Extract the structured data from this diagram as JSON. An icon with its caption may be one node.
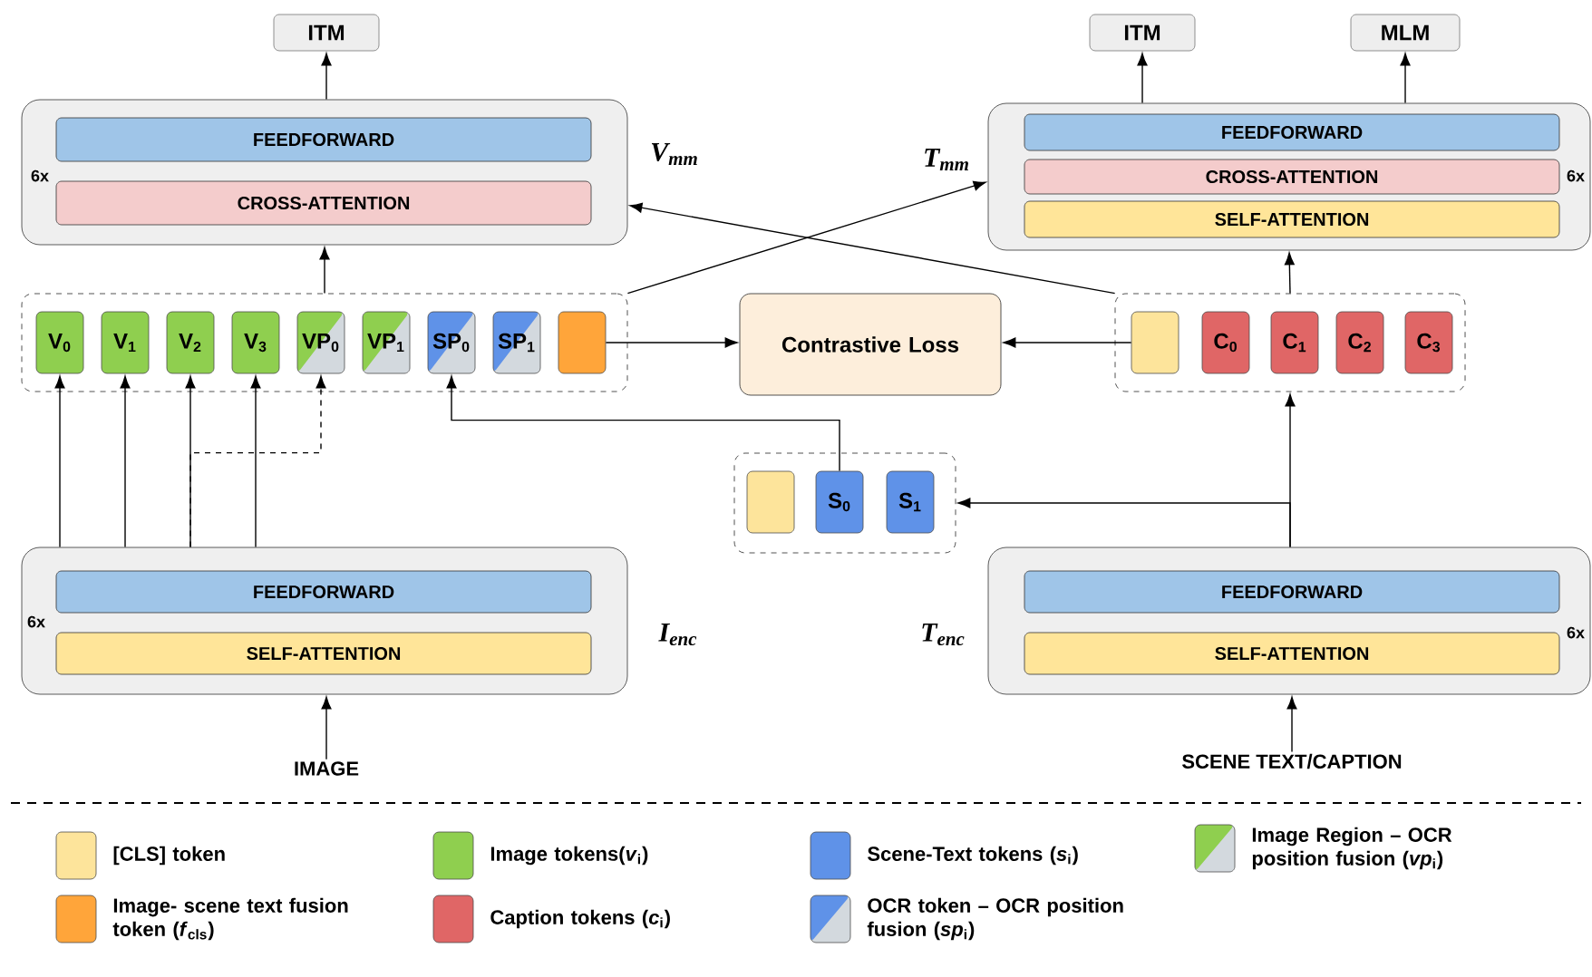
{
  "diagram": {
    "nodes": [
      {
        "text": [
          "ITM"
        ]
      },
      {
        "text": [
          "ITM"
        ]
      },
      {
        "text": [
          "MLM"
        ]
      },
      {
        "text": [
          "6x"
        ],
        "beside": [
          "V$_{mm}$"
        ]
      },
      {
        "text": [
          "FEEDFORWARD"
        ],
        "in": 3
      },
      {
        "text": [
          "CROSS-ATTENTION"
        ],
        "in": 3
      },
      {
        "text": [
          "6x"
        ],
        "beside": [
          "T$_{mm}$"
        ]
      },
      {
        "text": [
          "FEEDFORWARD"
        ],
        "in": 6
      },
      {
        "text": [
          "CROSS-ATTENTION"
        ],
        "in": 6
      },
      {
        "text": [
          "SELF-ATTENTION"
        ],
        "in": 6
      },
      {
        "text": [],
        "shape": "box"
      },
      {
        "text": [
          "V$_{0}$"
        ],
        "in": 10
      },
      {
        "text": [
          "V$_{1}$"
        ],
        "in": 10
      },
      {
        "text": [
          "V$_{2}$"
        ],
        "in": 10
      },
      {
        "text": [
          "V$_{3}$"
        ],
        "in": 10
      },
      {
        "text": [
          "VP$_{0}$"
        ],
        "in": 10
      },
      {
        "text": [
          "VP$_{1}$"
        ],
        "in": 10
      },
      {
        "text": [
          "SP$_{0}$"
        ],
        "in": 10
      },
      {
        "text": [
          "SP$_{1}$"
        ],
        "in": 10
      },
      {
        "text": [],
        "shape": "box",
        "in": 10
      },
      {
        "text": [
          "Contrastive Loss"
        ]
      },
      {
        "text": [],
        "shape": "box"
      },
      {
        "text": [],
        "shape": "box",
        "in": 21
      },
      {
        "text": [
          "C$_{0}$"
        ],
        "in": 21
      },
      {
        "text": [
          "C$_{1}$"
        ],
        "in": 21
      },
      {
        "text": [
          "C$_{2}$"
        ],
        "in": 21
      },
      {
        "text": [
          "C$_{3}$"
        ],
        "in": 21
      },
      {
        "text": [],
        "shape": "box"
      },
      {
        "text": [],
        "shape": "box",
        "in": 27
      },
      {
        "text": [
          "S$_{0}$"
        ],
        "in": 27
      },
      {
        "text": [
          "S$_{1}$"
        ],
        "in": 27
      },
      {
        "text": [
          "6x"
        ],
        "beside": [
          "I$_{enc}$"
        ]
      },
      {
        "text": [
          "FEEDFORWARD"
        ],
        "in": 31
      },
      {
        "text": [
          "SELF-ATTENTION"
        ],
        "in": 31
      },
      {
        "text": [
          "6x"
        ],
        "beside": [
          "T$_{enc}$"
        ]
      },
      {
        "text": [
          "FEEDFORWARD"
        ],
        "in": 34
      },
      {
        "text": [
          "SELF-ATTENTION"
        ],
        "in": 34
      },
      {
        "text": [
          "IMAGE"
        ]
      },
      {
        "text": [
          "SCENE TEXT/CAPTION"
        ]
      }
    ],
    "edges": [
      {
        "from": 3,
        "to": 0,
        "arrow": "to"
      },
      {
        "from": 6,
        "to": 1,
        "arrow": "to"
      },
      {
        "from": 6,
        "to": 2,
        "arrow": "to"
      },
      {
        "from": 10,
        "to": 3,
        "arrow": "to"
      },
      {
        "from": 10,
        "to": 6,
        "arrow": "to"
      },
      {
        "from": 21,
        "to": 3,
        "arrow": "to"
      },
      {
        "from": 21,
        "to": 6,
        "arrow": "to"
      },
      {
        "from": 19,
        "to": 20,
        "arrow": "to"
      },
      {
        "from": 22,
        "to": 20,
        "arrow": "to"
      },
      {
        "from": 31,
        "to": 11,
        "arrow": "to"
      },
      {
        "from": 31,
        "to": 12,
        "arrow": "to"
      },
      {
        "from": 31,
        "to": 13,
        "arrow": "to"
      },
      {
        "from": 31,
        "to": 14,
        "arrow": "to"
      },
      {
        "from": 31,
        "to": 15,
        "arrow": "to",
        "style": "dashed"
      },
      {
        "from": 29,
        "to": 17,
        "arrow": "to"
      },
      {
        "from": 34,
        "to": 21,
        "arrow": "to"
      },
      {
        "from": 34,
        "to": 27,
        "arrow": "to"
      },
      {
        "from": 37,
        "to": 31,
        "arrow": "to"
      },
      {
        "from": 38,
        "to": 34,
        "arrow": "to"
      }
    ],
    "legend": [
      {
        "text": "[CLS] token",
        "color": "#fde49b"
      },
      {
        "text": "Image tokens(*v*$_{i}$)",
        "color": "#8fcf4f"
      },
      {
        "text": "Scene-Text tokens (*s*$_{i}$)",
        "color": "#5f92e8"
      },
      {
        "text": "Image Region – OCR position fusion (*vp*$_{i}$)"
      },
      {
        "text": "Image- scene text fusion token (*f*$_{cls}$)",
        "color": "#ffa53a"
      },
      {
        "text": "Caption tokens (*c*$_{i}$)",
        "color": "#e06666"
      },
      {
        "text": "OCR token – OCR position fusion (*sp*$_{i}$)"
      }
    ]
  }
}
